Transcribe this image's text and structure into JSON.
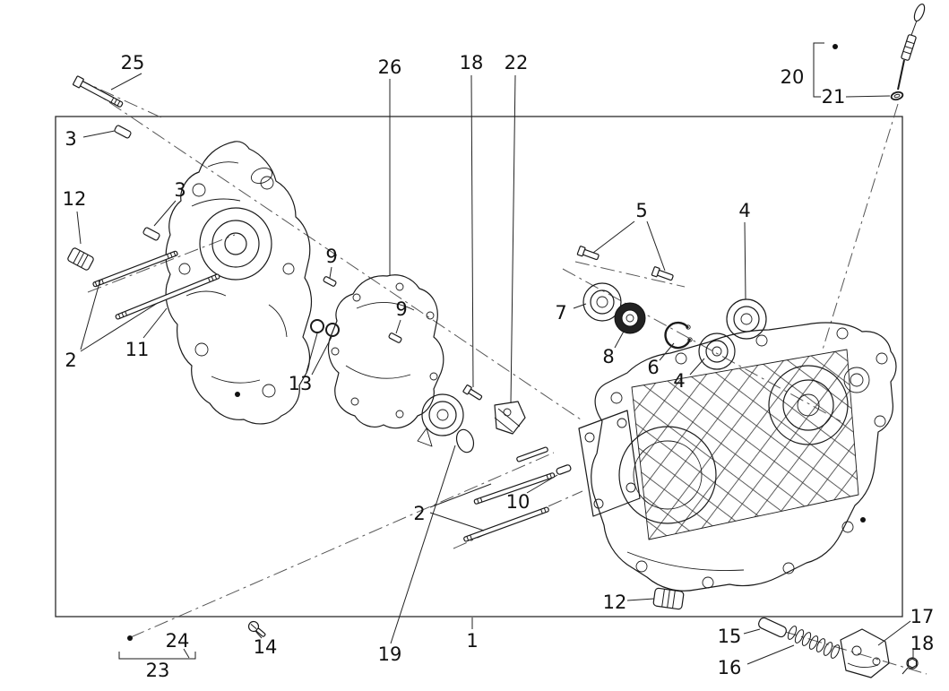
{
  "callouts": {
    "n25": "25",
    "n3a": "3",
    "n12a": "12",
    "n3b": "3",
    "n2a": "2",
    "n11": "11",
    "n9a": "9",
    "n13": "13",
    "n26": "26",
    "n9b": "9",
    "n18a": "18",
    "n22": "22",
    "n5": "5",
    "n4a": "4",
    "n7": "7",
    "n8": "8",
    "n6": "6",
    "n4b": "4",
    "n20": "20",
    "n21": "21",
    "n10": "10",
    "n2b": "2",
    "n12b": "12",
    "n14": "14",
    "n24": "24",
    "n23": "23",
    "n19": "19",
    "n1": "1",
    "n15": "15",
    "n16": "16",
    "n17": "17",
    "n18b": "18"
  }
}
